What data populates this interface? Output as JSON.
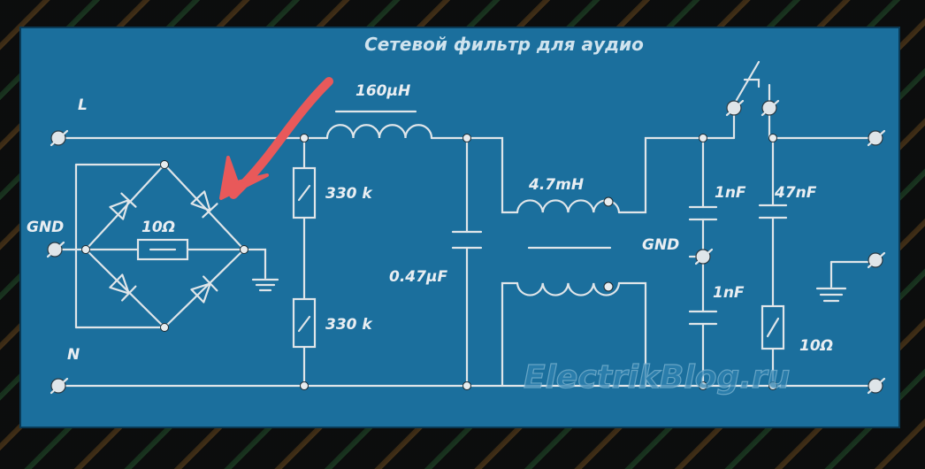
{
  "title": "Сетевой фильтр для аудио",
  "labels": {
    "line": "L",
    "neutral": "N",
    "gnd_left": "GND",
    "gnd_right": "GND",
    "bridge_resistor": "10Ω",
    "inductor_top": "160μH",
    "resistor_top": "330 k",
    "resistor_bottom": "330 k",
    "capacitor_mid": "0.47μF",
    "choke": "4.7mH",
    "cap_right_top": "1nF",
    "cap_right_bottom": "1nF",
    "cap_snubber": "47nF",
    "snubber_resistor": "10Ω"
  },
  "watermark": "ElectrikBlog.ru",
  "colors": {
    "panel": "#1b6f9d",
    "wire": "#dfe5e9",
    "annotation_arrow": "#e8595a"
  },
  "icons": [
    "switch-icon",
    "ground-icon",
    "diode-icon",
    "inductor-icon",
    "capacitor-icon",
    "resistor-icon",
    "terminal-icon",
    "arrow-icon"
  ]
}
